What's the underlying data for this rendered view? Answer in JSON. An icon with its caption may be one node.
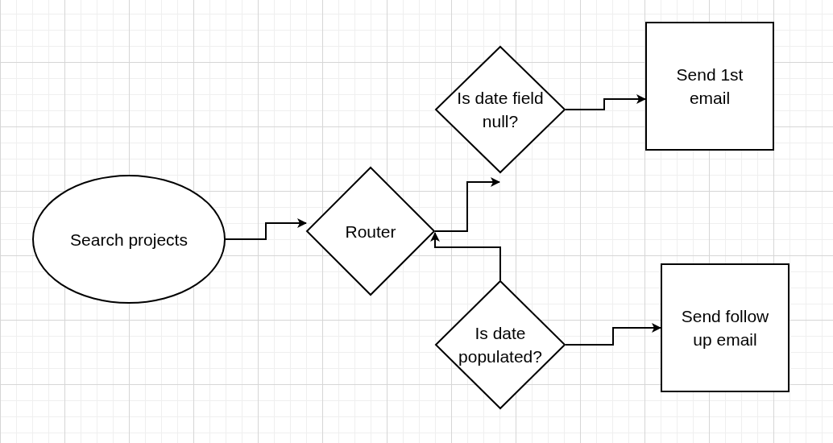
{
  "diagram": {
    "nodes": [
      {
        "text": [
          "Search projects"
        ]
      },
      {
        "text": [
          "Router"
        ]
      },
      {
        "text": [
          "Is date field null?"
        ]
      },
      {
        "text": [
          "Send 1st email"
        ]
      },
      {
        "text": [
          "Is date populated?"
        ]
      },
      {
        "text": [
          "Send follow up email"
        ]
      }
    ],
    "edges": [
      {
        "from": 0,
        "to": 1,
        "arrow": "to"
      },
      {
        "from": 1,
        "to": 2,
        "arrow": "to"
      },
      {
        "from": 2,
        "to": 3,
        "arrow": "to"
      },
      {
        "from": 4,
        "to": 1,
        "arrow": "to"
      },
      {
        "from": 4,
        "to": 5,
        "arrow": "to"
      }
    ]
  }
}
